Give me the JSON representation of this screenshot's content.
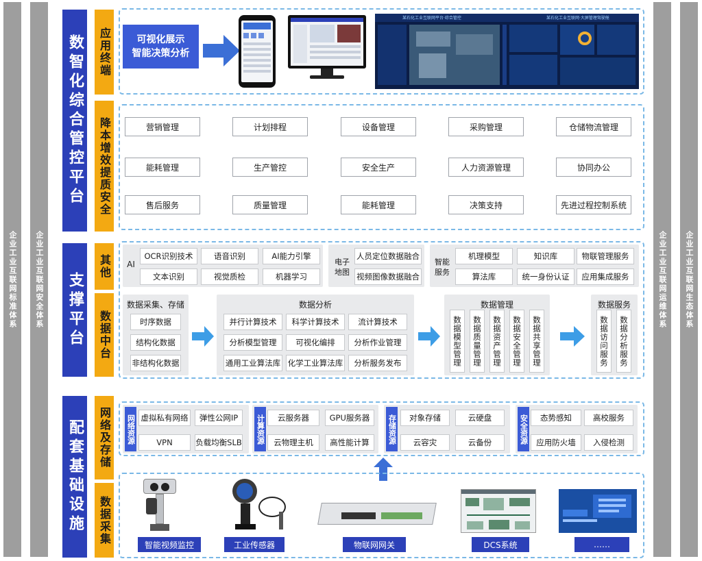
{
  "side": {
    "left1": "企业工业互联网标准体系",
    "left2": "企业工业互联网安全体系",
    "right1": "企业工业互联网运维体系",
    "right2": "企业工业互联网生态体系"
  },
  "sections": {
    "top": "数智化综合管控平台",
    "mid": "支撑平台",
    "bot": "配套基础设施"
  },
  "sub": {
    "apps": "应用终端",
    "biz": "降本增效提质安全",
    "other": "其他",
    "datamid": "数据中台",
    "netstore": "网络及存储",
    "collect": "数据采集"
  },
  "terminal": {
    "line1": "可视化展示",
    "line2": "智能决策分析"
  },
  "biz_items": [
    [
      "营销管理",
      "计划排程",
      "设备管理",
      "采购管理",
      "仓储物流管理"
    ],
    [
      "能耗管理",
      "生产管控",
      "安全生产",
      "人力资源管理",
      "协同办公"
    ],
    [
      "售后服务",
      "质量管理",
      "能耗管理",
      "决策支持",
      "先进过程控制系统"
    ]
  ],
  "ai": {
    "label": "AI",
    "items": [
      "OCR识别技术",
      "语音识别",
      "AI能力引擎",
      "文本识别",
      "视觉质检",
      "机器学习"
    ]
  },
  "map": {
    "label1": "电子",
    "label2": "地图",
    "items": [
      "人员定位数据融合",
      "视频图像数据融合"
    ]
  },
  "smart": {
    "label1": "智能",
    "label2": "服务",
    "items": [
      "机理模型",
      "知识库",
      "物联管理服务",
      "算法库",
      "统一身份认证",
      "应用集成服务"
    ]
  },
  "dm": {
    "collect_title": "数据采集、存储",
    "collect_items": [
      "时序数据",
      "结构化数据",
      "非结构化数据"
    ],
    "analysis_title": "数据分析",
    "analysis_items": [
      "并行计算技术",
      "科学计算技术",
      "流计算技术",
      "分析模型管理",
      "可视化编排",
      "分析作业管理",
      "通用工业算法库",
      "化学工业算法库",
      "分析服务发布"
    ],
    "manage_title": "数据管理",
    "manage_items": [
      "数据模型管理",
      "数据质量管理",
      "数据资产管理",
      "数据安全管理",
      "数据共享管理"
    ],
    "service_title": "数据服务",
    "service_items": [
      "数据访问服务",
      "数据分析服务"
    ]
  },
  "infra": {
    "net_label": "网络资源",
    "net_items": [
      "虚拟私有网络",
      "弹性公网IP",
      "VPN",
      "负载均衡SLB"
    ],
    "compute_label": "计算资源",
    "compute_items": [
      "云服务器",
      "GPU服务器",
      "云物理主机",
      "高性能计算"
    ],
    "storage_label": "存储资源",
    "storage_items": [
      "对象存储",
      "云硬盘",
      "云容灾",
      "云备份"
    ],
    "security_label": "安全资源",
    "security_items": [
      "态势感知",
      "高校服务",
      "应用防火墙",
      "入侵检测"
    ]
  },
  "devices": [
    "智能视频监控",
    "工业传感器",
    "物联网网关",
    "DCS系统",
    "……"
  ],
  "screen": {
    "title_left": "某石化工业互联网平台·综合管控",
    "title_right": "某石化工业互联网·大屏管理驾驶舱"
  },
  "colors": {
    "side_gray": "#9e9e9e",
    "section_blue": "#2c40b8",
    "sub_orange": "#f3a912",
    "dash_border": "#7ab8e6",
    "arrow_blue": "#3d9de6"
  }
}
